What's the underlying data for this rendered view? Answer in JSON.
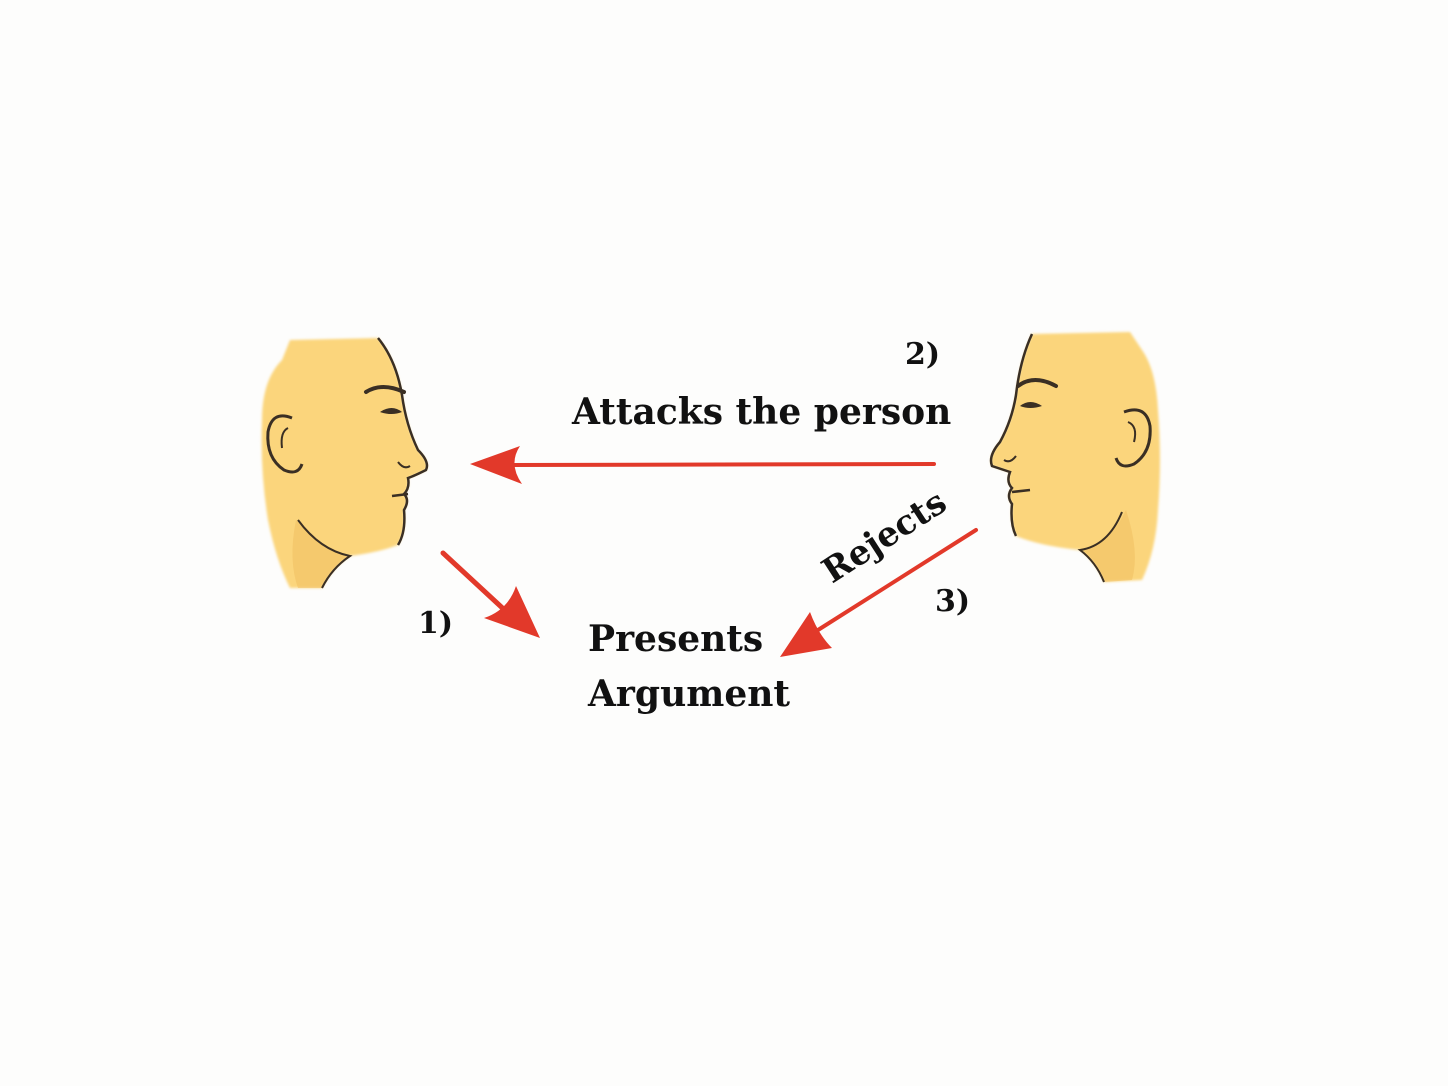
{
  "labels": {
    "step1": "1)",
    "step2": "2)",
    "step3": "3)",
    "attacks": "Attacks the person",
    "rejects": "Rejects",
    "presents_line1": "Presents",
    "presents_line2": "Argument"
  },
  "colors": {
    "background": "#fdfdfc",
    "face_skin": "#fbd57b",
    "face_shadow": "#f0c060",
    "face_line": "#3a2f24",
    "arrow": "#e2392a",
    "text": "#111111"
  },
  "icons": {
    "left_head": "head-profile-facing-right-icon",
    "right_head": "head-profile-facing-left-icon"
  }
}
